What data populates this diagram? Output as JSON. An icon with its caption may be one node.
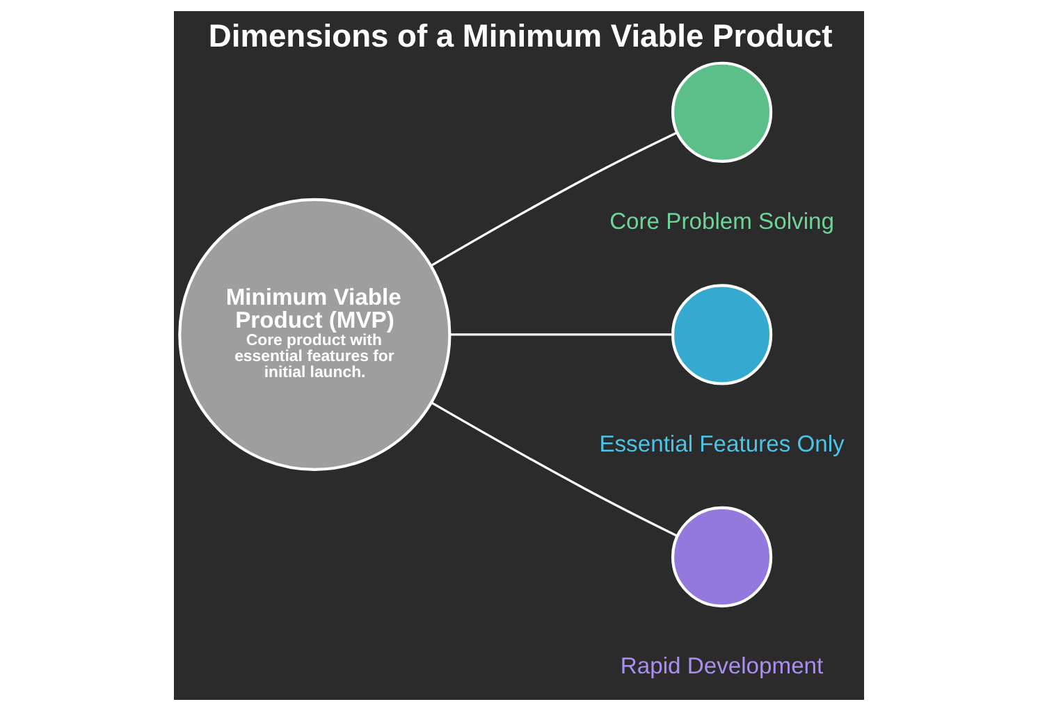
{
  "diagram": {
    "title": "Dimensions of a Minimum Viable Product",
    "nodes": [
      {
        "text": [
          "Minimum Viable Product (MVP)",
          "Core product with essential features for initial launch."
        ]
      },
      {
        "text": [],
        "shape": "circle",
        "beside": [
          "Core Problem Solving"
        ]
      },
      {
        "text": [],
        "shape": "circle",
        "beside": [
          "Essential Features Only"
        ]
      },
      {
        "text": [],
        "shape": "circle",
        "beside": [
          "Rapid Development"
        ]
      }
    ],
    "edges": [
      {
        "from": 0,
        "to": 1,
        "arrow": "none"
      },
      {
        "from": 0,
        "to": 2,
        "arrow": "none"
      },
      {
        "from": 0,
        "to": 3,
        "arrow": "none"
      }
    ]
  }
}
